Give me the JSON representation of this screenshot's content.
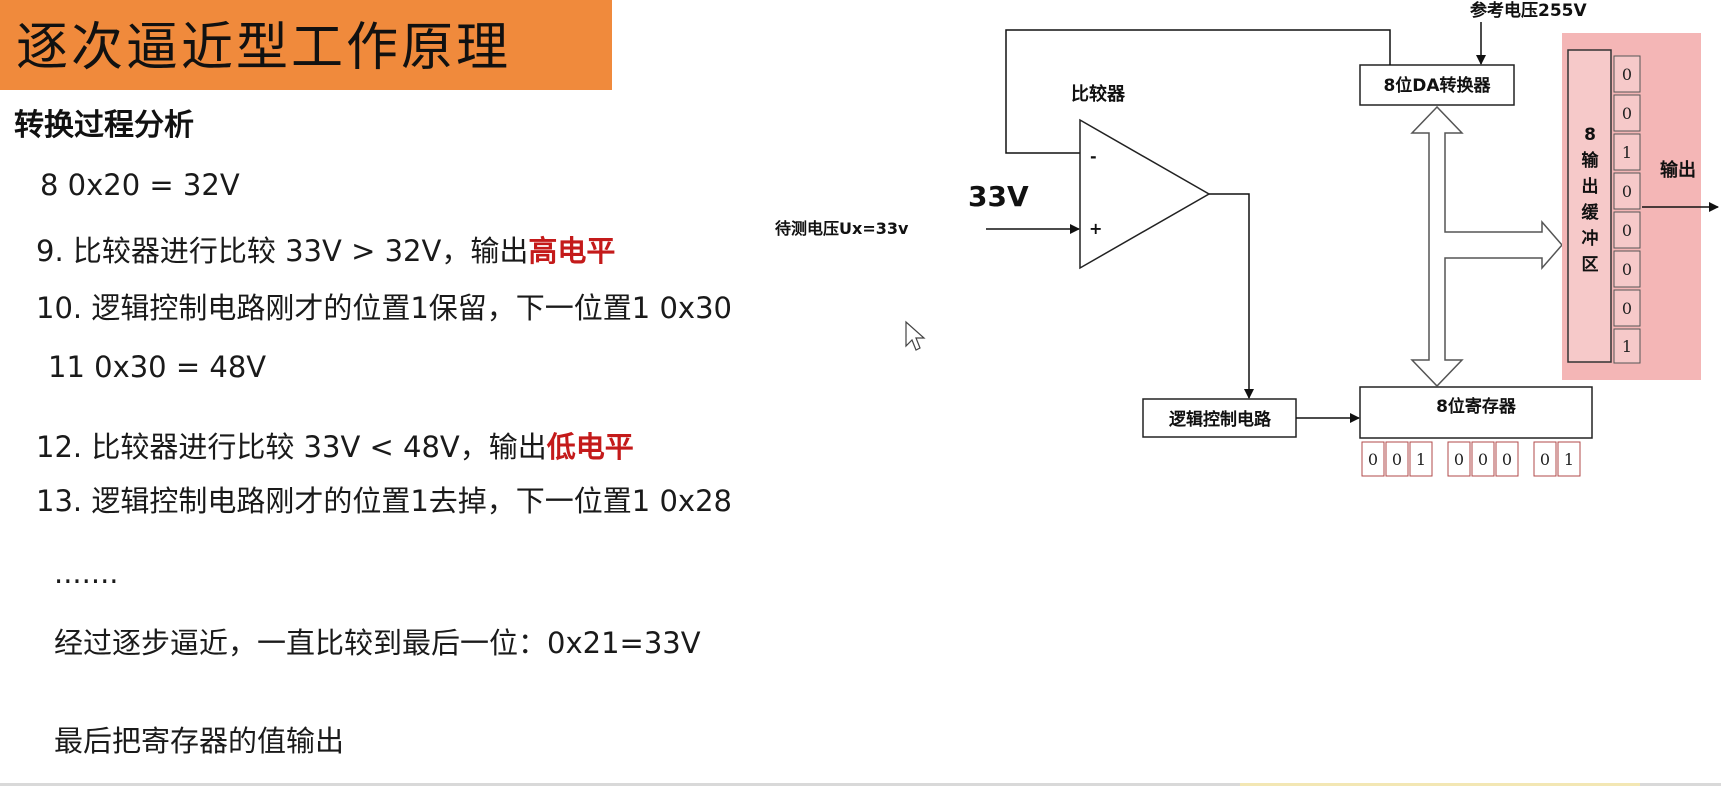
{
  "slide": {
    "title": "逐次逼近型工作原理",
    "subtitle": "转换过程分析",
    "lines": {
      "l1": "8  0x20 = 32V",
      "l2_pre": "9. 比较器进行比较  33V > 32V，输出",
      "l2_hl": "高电平",
      "l3": "10. 逻辑控制电路刚才的位置1保留，下一位置1  0x30",
      "l4": "11  0x30 = 48V",
      "l5_pre": "12. 比较器进行比较  33V < 48V，输出",
      "l5_hl": "低电平",
      "l6": "13. 逻辑控制电路刚才的位置1去掉，下一位置1  0x28",
      "l7": ".......",
      "l8": "经过逐步逼近，一直比较到最后一位：0x21=33V",
      "l9": "最后把寄存器的值输出"
    }
  },
  "diagram": {
    "ref_voltage": "参考电压255V",
    "dac": "8位DA转换器",
    "comparator": "比较器",
    "minus": "-",
    "plus": "+",
    "input_value": "33V",
    "input_label": "待测电压Ux=33v",
    "logic": "逻辑控制电路",
    "register": "8位寄存器",
    "register_bits": [
      "0",
      "0",
      "1",
      "0",
      "0",
      "0",
      "0",
      "1"
    ],
    "buffer_chars": [
      "8",
      "输",
      "出",
      "缓",
      "冲",
      "区"
    ],
    "buffer_bits": [
      "0",
      "0",
      "1",
      "0",
      "0",
      "0",
      "0",
      "1"
    ],
    "output": "输出"
  },
  "colors": {
    "title_bg": "#f08a3c",
    "highlight": "#c41a1a",
    "buffer_bg": "#f4b6b6",
    "register_cell_border": "#b24a4a"
  }
}
